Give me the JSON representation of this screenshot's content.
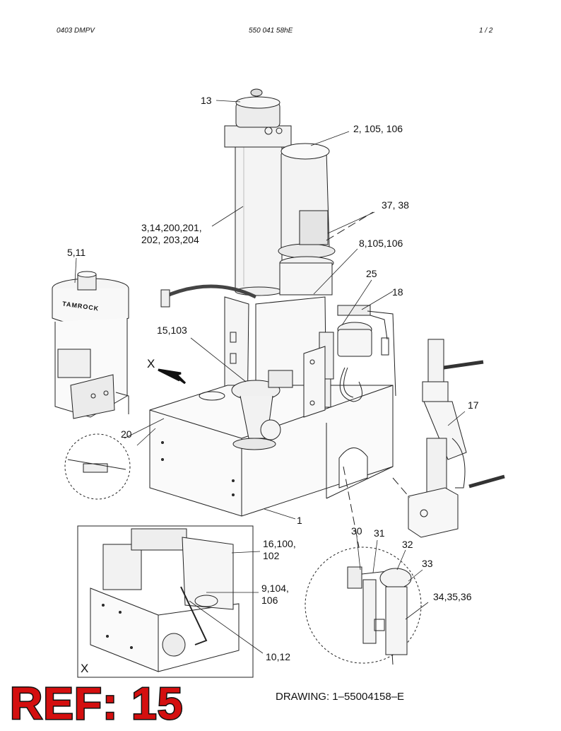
{
  "header": {
    "left": "0403  DMPV",
    "center": "550 041 58hE",
    "right": "1 /  2"
  },
  "callouts": {
    "c13": "13",
    "c2_105_106": "2, 105, 106",
    "c37_38": "37, 38",
    "c3_14": "3,14,200,201,\n202, 203,204",
    "c5_11": "5,11",
    "c8_105_106": "8,105,106",
    "c25": "25",
    "c18": "18",
    "c15_103": "15,103",
    "cX": "X",
    "c17": "17",
    "c20": "20",
    "c1": "1",
    "c16_100_102": "16,100,\n102",
    "c30": "30",
    "c31": "31",
    "c32": "32",
    "c33": "33",
    "c9_104_106": "9,104,\n106",
    "c34_35_36": "34,35,36",
    "c10_12": "10,12",
    "cX_detail": "X"
  },
  "brand_on_tank": "TAMROCK",
  "drawing_number": "DRAWING: 1–55004158–E",
  "reference_stamp": "REF: 15"
}
